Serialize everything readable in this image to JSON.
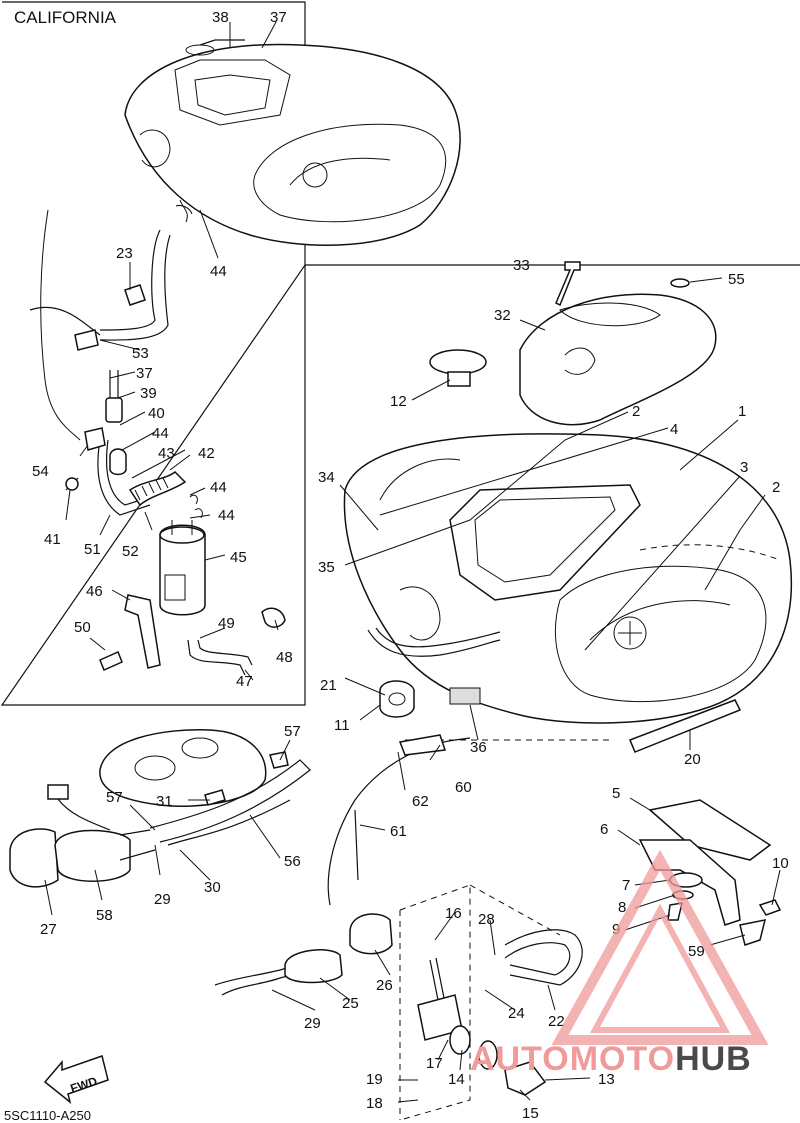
{
  "inset_title": "CALIFORNIA",
  "diagram_code": "5SC1110-A250",
  "fwd_label": "FWD",
  "watermark": {
    "part1": "AUTOMOTO",
    "part2": "HUB",
    "color": "#f19a9a"
  },
  "callouts": [
    "1",
    "2",
    "3",
    "4",
    "5",
    "6",
    "7",
    "8",
    "9",
    "10",
    "11",
    "12",
    "13",
    "14",
    "15",
    "16",
    "17",
    "18",
    "19",
    "20",
    "21",
    "22",
    "23",
    "24",
    "25",
    "26",
    "27",
    "28",
    "29",
    "30",
    "31",
    "32",
    "33",
    "34",
    "35",
    "36",
    "37",
    "38",
    "39",
    "40",
    "41",
    "42",
    "43",
    "44",
    "45",
    "46",
    "47",
    "48",
    "49",
    "50",
    "51",
    "52",
    "53",
    "54",
    "55",
    "56",
    "57",
    "58",
    "59",
    "60",
    "61",
    "62"
  ]
}
